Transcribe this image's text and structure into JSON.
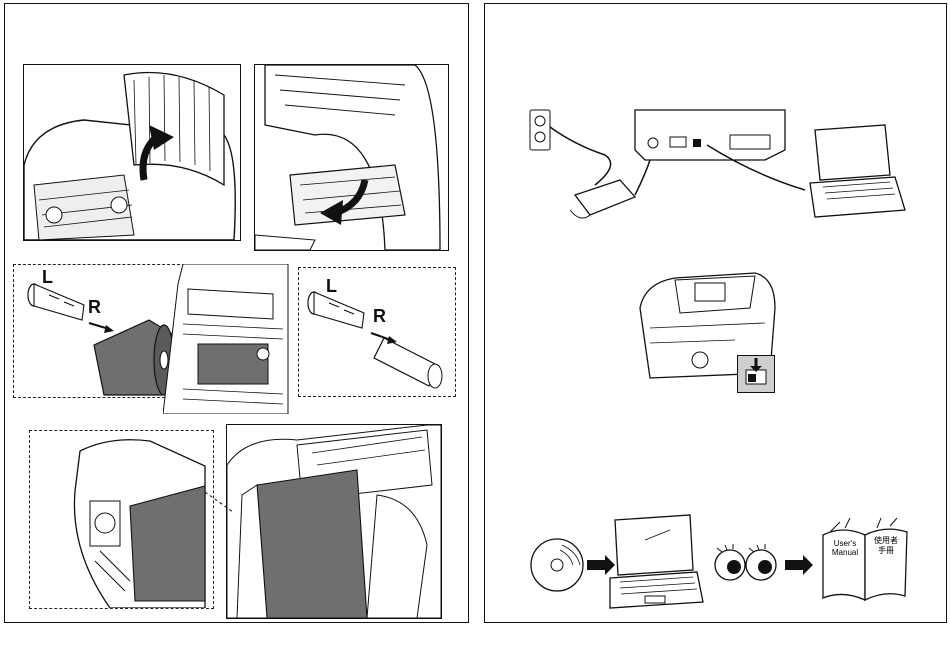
{
  "left_page": {
    "step_a": {
      "icon": "open-top-cover-arrow-icon"
    },
    "step_b": {
      "icon": "lower-ribbon-mechanism-arrow-icon"
    },
    "spindle_supply": {
      "left_mark": "L",
      "right_mark": "R"
    },
    "spindle_rewind": {
      "left_mark": "L",
      "right_mark": "R"
    }
  },
  "right_page": {
    "manual_book": {
      "line1": "User's",
      "line2": "Manual",
      "cjk1": "使用者",
      "cjk2": "手冊"
    }
  },
  "colors": {
    "ribbon": "#6f6f6f",
    "line": "#111111",
    "switch": "#cfcfcf"
  }
}
